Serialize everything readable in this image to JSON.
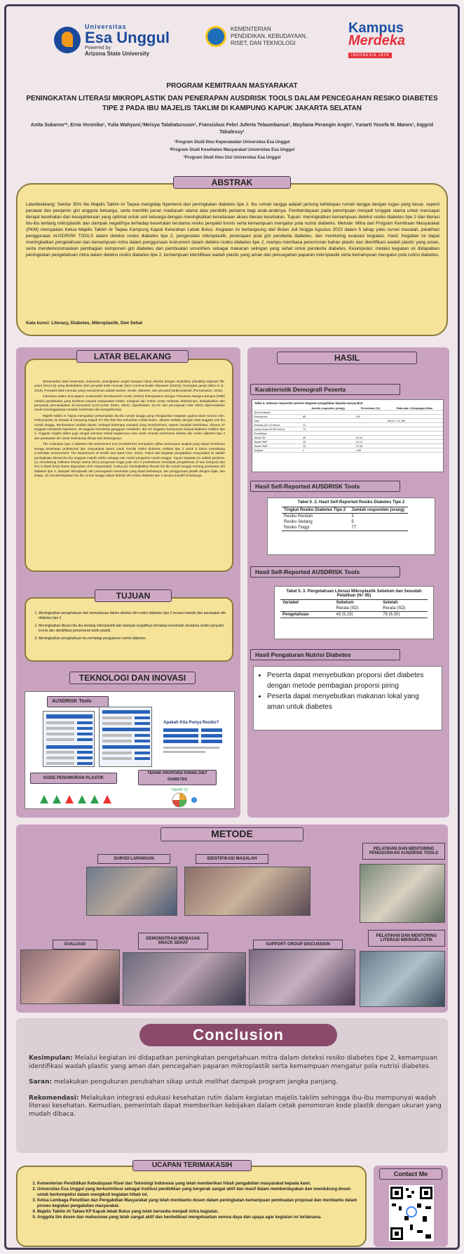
{
  "header": {
    "ue": {
      "line1": "Universitas",
      "line2": "Esa Unggul",
      "line3": "Powered by",
      "line4": "Arizona State University"
    },
    "kemen": {
      "line1": "KEMENTERIAN",
      "line2": "PENDIDIKAN, KEBUDAYAAN,",
      "line3": "RISET, DAN TEKNOLOGI"
    },
    "km": {
      "line1": "Kampus",
      "line2": "Merdeka",
      "line3": "INDONESIA JAYA"
    }
  },
  "title": {
    "program": "PROGRAM KEMITRAAN MASYARAKAT",
    "main": "PENINGKATAN LITERASI MIKROPLASTIK DAN PENERAPAN AUSDRISK TOOLS DALAM PENCEGAHAN RESIKO DIABETES TIPE 2 PADA IBU MAJELIS TAKLIM DI KAMPUNG KAPUK JAKARTA SELATAN",
    "authors": "Anita Sukarno¹*, Erna Veronika¹, Yulia Wahyuni,²Meisya Talahaturuson¹, Fransiskus Febri Juferta Telaumbanua¹, Mayliana Perangin Angin¹, Yunarti Yosefa M. Manes¹, Inggrid Tabalessy¹",
    "affil1": "¹Program Studi Ilmu Keperawatan Universitas Esa Unggul",
    "affil2": "²Program Studi Kesehatan Masyarakat Universitas Esa Unggul",
    "affil3": "³Program Studi Ilmu Gizi Universitas Esa Unggul"
  },
  "abstrak": {
    "heading": "ABSTRAK",
    "text": "Latarbelakang: Sekitar 35% Ibu Majelis Taklim At Taqwa mengidap hipertensi dan peningkatan diabetes tipe 2. Ibu rumah tangga adalah jantung kehidupan rumah tangga dengan tugas yang besar, seperti perawat dan penjamin gizi anggota keluarga, serta memiliki peran madrasah utama atau pendidik pertama bagi anak-anaknya. Pemberdayaan pada perempuan menjadi tonggak utama untuk mencapai derajat kesehatan dan kesejahteraan yang optimal untuk unit keluarga dengan meningkatkan kesetaraan akses literasi kesehatan. Tujuan: meningkatkan kemampuan deteksi resiko diabetes tipe 2 dan literasi ibu-ibu tentang mikroplastik dan dampak negatifnya terhadap kesehatan terutama resiko penyakit kronis serta kemampuan mengatur pola nutrisi diabetes. Metode: Mitra dari Program Kemitraan Masyarakat (PKM) merupakan Ketua Majelis Taklim At Taqwa Kampung Kapuk Kelurahan Lebak Bulus. Kegiatan ini berlangsung dari Bulan Juli hingga Agustus 2023 dalam 5 tahap yaitu survei masalah, pelatihan penggunaan AUSDRISK TOOLS dalam deteksi resiko diabetes tipe 2, pengenalan mikroplastik, penerapan pola gizi penderita diabetes, dan monitoring evaluasi kegiatan. Hasil: Kegiatan ini dapat meningkatkan pengetahuan dan kemampuan mitra dalam penggunaan instrument dalam deteksi resiko diabetes tipe 2, mampu membaca penomoran bahan plastic dan identifikasi wadah plastic yang aman, serta mendemonstrasikan pembagian komponen gizi diabetes dan pembuatan smoothies sebagai makanan selingan yang sehat untuk penderita diabetes. Kesimpulan: melalui kegiatan ini didapatkan peningkatan pengetahuan mitra dalam deteksi resiko diabetes tipe 2, kemampuan identifikasi wadah plastic yang aman dan pencegahan paparan mikroplastik serta kemampuan mengatur pola nutrisi diabetes.",
    "keywords": "Kata kunci: Literacy, Diabetes, Mikroplastik, Diet Sehat"
  },
  "latar": {
    "heading": "LATAR BELAKANG",
    "p1": "Berdasarkan data kesehatan Indonesia, peningkatan angka harapan hidup disertai dengan disabilitas (disability-adjusted life-years (DALYs)) yang disebabkan oleh penyakit tidak menular (Non Communicable Diseases (NCDs)) meningkat pesat (Mboi et al., 2018). Penyakit tidak menular yang mendominasi adalah kanker, stroke, diabetes, dan penyakit kardiovaskular (Purnamasari, 2018).",
    "p2": "Indonesia dalam pencapaian Sustainable Development Goals (SDGs) bekerjasama dengan Persatuan Bangsa Bangsa (PBB) melalui pendekatan yang berfokus kepada masyarakat miskin, marginal dan rentan untuk melawan diskriminasi, ketidakadilan dan penyebab permasalahan di komunitas (LOCALISE SDGs, 2023). Diperkirakan 16.2% dari pencapaian total SDGs diperuntukkan untuk menanggulangi masalah kesehatan dan kesejahteraan.",
    "p3": "Majelis taklim At Taqwa merupakan perkumpulan ibu-ibu rumah tangga yang menjalankan kegiatan agama islam secara rutin. Perkumpulan ini berada di Kampung Kapuk RT 004 RW 004 Kelurahan Lebak Bulus, Jakarta Selatan dengan total anggota 120 ibu rumah tangga. Berdasarkan analisa situasi, terdapat beberapa masalah yang mendominasi, seperti masalah kesehatan, dimana 37 anggota menderita hipertensi, 46 anggota menderita gangguan metabolic, dan 52 anggota mempunyai riwayat diabetes mellitus tipe 2. Anggota majelis taklim juga sangat antusias terkait bagaimana cara untuk metode sederhana deteksi dini resiko diabetes tipe 2 dan perawatan diri untuk melindungi dirinya dan keluarganya.",
    "p4": "The Australian type 2 diabetes risk assessment tool (AUSDRISK) merupakan daftar pertanyaan singkat yang dapat membantu tenaga kesehatan profesional dan masyarakat awam untuk menilai resiko diabetes mellitus tipe 2 untuk 5 tahun mendatang (Australian Government: The Department of Health and Aged Care, 2022). Fokus dari kegiatan pengabdian masyarakat ini adalah peningkatan literasi ibu-ibu anggota majelis taklim sebagai role model pengelola rumah tangga. Tujuan kegiatan ini adalah pertama,(1) mendukung indikator kinerja utama (IKU) perguruan tinggi yaitu IKU 2 (mahasiswa mendapat pengalaman di luar kampus) dan IKU 5 (hasil kerja dosen digunakan oleh masyarakat). Kedua,(2) meningkatkan literasi ibu-ibu rumah tangga tentang perawatan diri diabetes tipe 2, dampak mikroplastik dan pencegahan kesehatan yang tepat berbahaya, dan penggunaan plastik dengan bijak, dan ketiga, (3) memberdayakan ibu-ibu rumah tangga dalam deteksi dini resiko diabetes tipe 2 secara mandiri di keluarga."
  },
  "tujuan": {
    "heading": "TUJUAN",
    "items": [
      "Meningkatkan pengetahuan dan kemampuan dalam deteksi dini resiko diabetes tipe 2 secara mandiri dan perawatan diri diabetes tipe 2",
      "Meningkatkan literasi ibu-ibu tentang mikroplastik dan dampak negatifnya terhadap kesehatan terutama resiko penyakit kronis dan identifikasi penomoran kode plastik.",
      "Meningkatkan pengetahuan ibu terhadap pengaturan nutrisi diabetes."
    ]
  },
  "teknologi": {
    "heading": "TEKNOLOGI DAN INOVASI",
    "ausdrisk": "AUSDRISK Tools",
    "kode": "KODE PENOMORAN PLASTIK",
    "piring": "TEKNIK PROPORSI PIRING DIET DIABETES",
    "ask": "Apakah Kita Punya Resiko?",
    "sehat": "\"SEHAT Q\""
  },
  "hasil": {
    "heading": "HASIL",
    "demografi": "Karakteristik Demografi Peserta",
    "table4": {
      "title": "Tabel 4. Sebaran responden peserta kegiatan pengabdian kepada masyarakat",
      "headers": [
        "",
        "Jumlah responden (orang)",
        "Persentase (%)",
        "Rata-rata ± Simpangan Baku"
      ],
      "rows": [
        [
          "Jenis Kelamin",
          "",
          "",
          ""
        ],
        [
          "Perempuan",
          "85",
          "100",
          ""
        ],
        [
          "Usia",
          "",
          "",
          "56.62 ± 11.399"
        ],
        [
          "Dewasa (20-44 tahun)",
          "11",
          "",
          ""
        ],
        [
          "Lansia Awal (45-59 tahun)",
          "74",
          "",
          ""
        ],
        [
          "Pendidikan",
          "",
          "",
          ""
        ],
        [
          "Tamat SD",
          "46",
          "54.04",
          ""
        ],
        [
          "Tamat SMP",
          "15",
          "14.13",
          ""
        ],
        [
          "Tamat SMA",
          "23",
          "27.06",
          ""
        ],
        [
          "Sarjana",
          "1",
          "1.80",
          ""
        ]
      ]
    },
    "selfreported1": "Hasil Self-Reported AUSDRISK Tools",
    "table5": {
      "title": "Tabel 5. 2. Hasil Self-Reported Resiko Diabetes Tipe 2",
      "h1": "Tingkat Resiko Diabetes Tipe 2",
      "h2": "Jumlah responden (orang)",
      "rows": [
        [
          "Resiko Rendah",
          "3"
        ],
        [
          "Resiko Sedang",
          "5"
        ],
        [
          "Resiko Tinggi",
          "77"
        ]
      ]
    },
    "selfreported2": "Hasil Self-Reported AUSDRISK Tools",
    "table53": {
      "title": "Tabel 5. 3. Pengetahuan Literasi Mikroplastik Sebelum dan Sesudah Pelatihan (N= 85)",
      "h1": "Variabel",
      "h2": "Sebelum",
      "h3": "Setelah",
      "sub2": "Rerata (SD)",
      "sub3": "Rerata (SD)",
      "row": [
        "Pengetahuan",
        "43 (5.23)",
        "78 (6.30)"
      ]
    },
    "nutrisi": "Hasil Pengaturan Nutrisi Diabetes",
    "nutrisi_items": [
      "Peserta dapat menyebutkan proporsi diet diabetes dengan metode pembagian proporsi piring",
      "Peserta dapat menyebutkan makanan lokal yang aman untuk diabetes"
    ]
  },
  "metode": {
    "heading": "METODE",
    "labels": [
      "SURVEI LAPANGAN",
      "IDENTIFIKASI MASALAH",
      "PELATIHAN DAN MENTORING PENGGUNAAN AUSDRISK TOOLS",
      "EVALUASI",
      "DEMONSTRASI MEMASAK SNACK SEHAT",
      "SUPPORT GROUP DISCUSSION",
      "PELATIHAN DAN MENTORING LITERASI MIKROPLASTIK"
    ]
  },
  "conclusion": {
    "heading": "Conclusion",
    "k_label": "Kesimpulan:",
    "k_text": "Melalui kegiatan ini didapatkan peningkatan pengetahuan mitra dalam deteksi resiko diabetes tipe 2, kemampuan identifikasi wadah plastic yang aman dan pencegahan paparan mikroplastik serta kemampuan mengatur pola nutrisi diabetes.",
    "s_label": "Saran:",
    "s_text": "melakukan pengukuran perubahan sikap untuk melihat dampak program jangka panjang.",
    "r_label": "Rekomendasi:",
    "r_text": "Melakukan integrasi edukasi kesehatan rutin dalam kegiatan majelis taklim sehingga ibu-ibu mempunyai wadah literasi kesehatan. Kemudian, pemerintah dapat memberikan kebijakan dalam cetak penomoran kode plastik dengan ukuran yang mudah dibaca."
  },
  "thanks": {
    "heading": "UCAPAN TERIMAKASIH",
    "items": [
      "Kementerian Pendidikan Kebudayaan Riset dan Teknologi Indonesia yang telah memberikan hibah pengabdian masyarakat kepada kami.",
      "Universitas Esa Unggul yang berkontribusi sebagai institusi pendidikan yang bergerak sangat aktif dan masif dalam memberdayakan dan mendukung dosen untuk berkompetisi dalam mengikuti kegiatan hibah ini.",
      "Ketua Lembaga Penelitian dan Pengabdian Masyarakat yang telah membantu dosen dalam peningkatan kemampuan pembuatan proposal dan membantu dalam proses kegiatan pengabdian masyarakat.",
      "Majelis Taklim At Takwa KP Kapuk lebak Bulus yang telah bersedia menjadi mitra kegiatan.",
      "Anggota tim dosen dan mahasiswa yang telah sangat aktif dan berdedikasi mengeluarkan semua daya dan upaya agar kegiatan ini terlaksana."
    ],
    "contact": "Contact Me"
  },
  "colors": {
    "banner": "#cfa9c4",
    "yellow": "#f6e39a",
    "conclusion": "#8a4a6a",
    "brand_blue": "#1b4a9b",
    "brand_red": "#e6313a"
  }
}
